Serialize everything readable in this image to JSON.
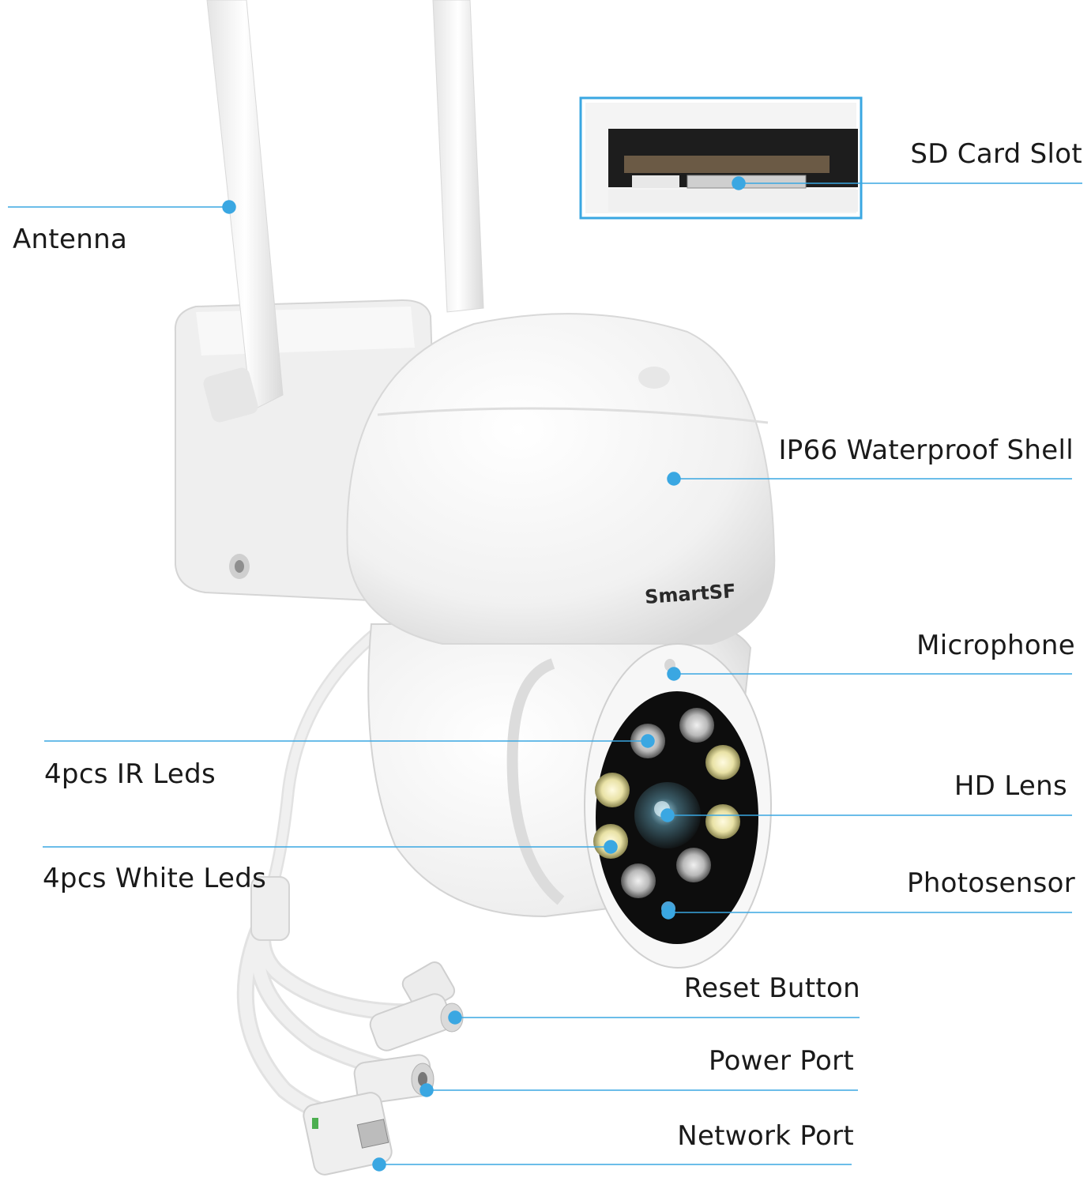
{
  "brand": "SmartSF",
  "colors": {
    "callout": "#3aa7e2",
    "housing": "#f3f3f3",
    "lens": "#111111"
  },
  "labels": {
    "antenna": "Antenna",
    "sd_card_slot": "SD Card Slot",
    "waterproof_shell": "IP66 Waterproof Shell",
    "microphone": "Microphone",
    "ir_leds": "4pcs IR Leds",
    "hd_lens": "HD Lens",
    "white_leds": "4pcs White Leds",
    "photosensor": "Photosensor",
    "reset_button": "Reset Button",
    "power_port": "Power Port",
    "network_port": "Network Port"
  }
}
